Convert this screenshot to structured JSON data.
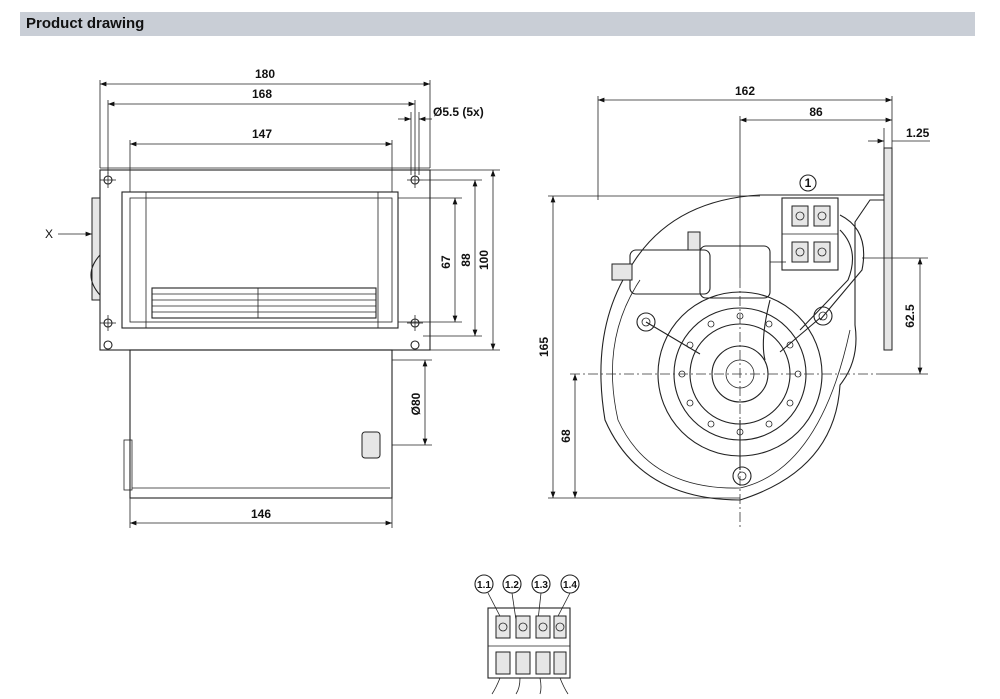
{
  "header": {
    "title": "Product drawing"
  },
  "front_view": {
    "dims": {
      "overall_width": "180",
      "hole_spacing": "168",
      "outlet_width": "147",
      "hole_diameter": "Ø5.5 (5x)",
      "outlet_height": "67",
      "hole_height": "88",
      "flange_height": "100",
      "motor_diameter": "Ø80",
      "housing_width": "146"
    },
    "view_marker": "X"
  },
  "side_view": {
    "dims": {
      "overall_length": "162",
      "terminal_offset": "86",
      "flange_thickness": "1.25",
      "terminal_to_axis": "62.5",
      "overall_height": "165",
      "axis_height": "68"
    },
    "callout": "1"
  },
  "terminal_detail": {
    "callouts": [
      "1.1",
      "1.2",
      "1.3",
      "1.4"
    ]
  }
}
